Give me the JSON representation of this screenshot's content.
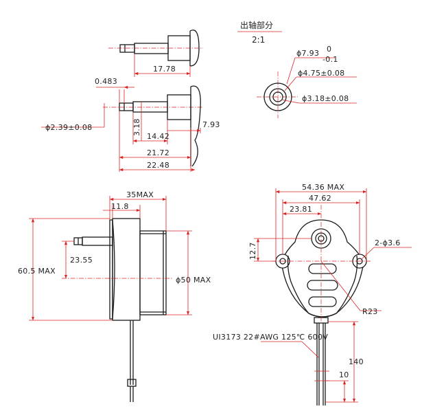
{
  "detail": {
    "title": "出轴部分",
    "scale": "2:1",
    "dims": {
      "d_1778": "17.78",
      "d_0483": "0.483",
      "d_phi239": "ϕ2.39±0.08",
      "d_318": "3.18",
      "d_1442": "14.42",
      "d_793": "7.93",
      "d_2172": "21.72",
      "d_2248": "22.48",
      "d_phi793": "ϕ7.93",
      "d_tol_upper": "0",
      "d_tol_lower": "-0.1",
      "d_phi475": "ϕ4.75±0.08",
      "d_phi318": "ϕ3.18±0.08"
    }
  },
  "side_view": {
    "dims": {
      "d_35max": "35MAX",
      "d_118": "11.8",
      "d_2355": "23.55",
      "d_605max": "60.5 MAX",
      "d_phi50max": "ϕ50 MAX"
    }
  },
  "front_view": {
    "dims": {
      "d_5436max": "54.36 MAX",
      "d_4762": "47.62",
      "d_2381": "23.81",
      "d_127": "12.7",
      "d_2phi36": "2-ϕ3.6",
      "d_r23": "R23",
      "d_140": "140",
      "d_10": "10"
    },
    "wire_label": "UI3173 22#AWG 125℃ 600V"
  }
}
